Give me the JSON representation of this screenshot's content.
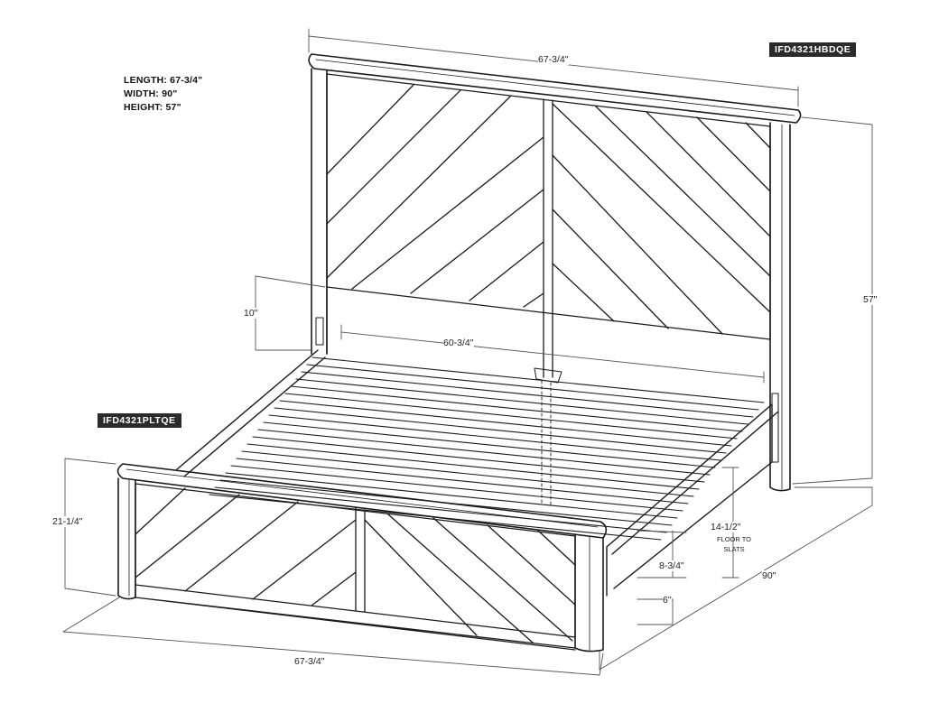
{
  "specs": {
    "length": "LENGTH: 67-3/4\"",
    "width": "WIDTH: 90\"",
    "height": "HEIGHT: 57\""
  },
  "skus": {
    "headboard": "IFD4321HBDQE",
    "platform": "IFD4321PLTQE"
  },
  "dimensions": {
    "headboard_width": "67-3/4\"",
    "headboard_height": "57\"",
    "rail_clearance": "10\"",
    "inner_width": "60-3/4\"",
    "footboard_height": "21-1/4\"",
    "floor_to_slats": "14-1/2\"",
    "floor_to_slats_note_line1": "FLOOR TO",
    "floor_to_slats_note_line2": "SLATS",
    "rail_height": "8-3/4\"",
    "leg_clearance": "6\"",
    "length": "90\"",
    "footboard_width": "67-3/4\""
  },
  "colors": {
    "line": "#1a1a1a",
    "dim_line": "#555555",
    "sku_bg": "#2b2b2b"
  }
}
